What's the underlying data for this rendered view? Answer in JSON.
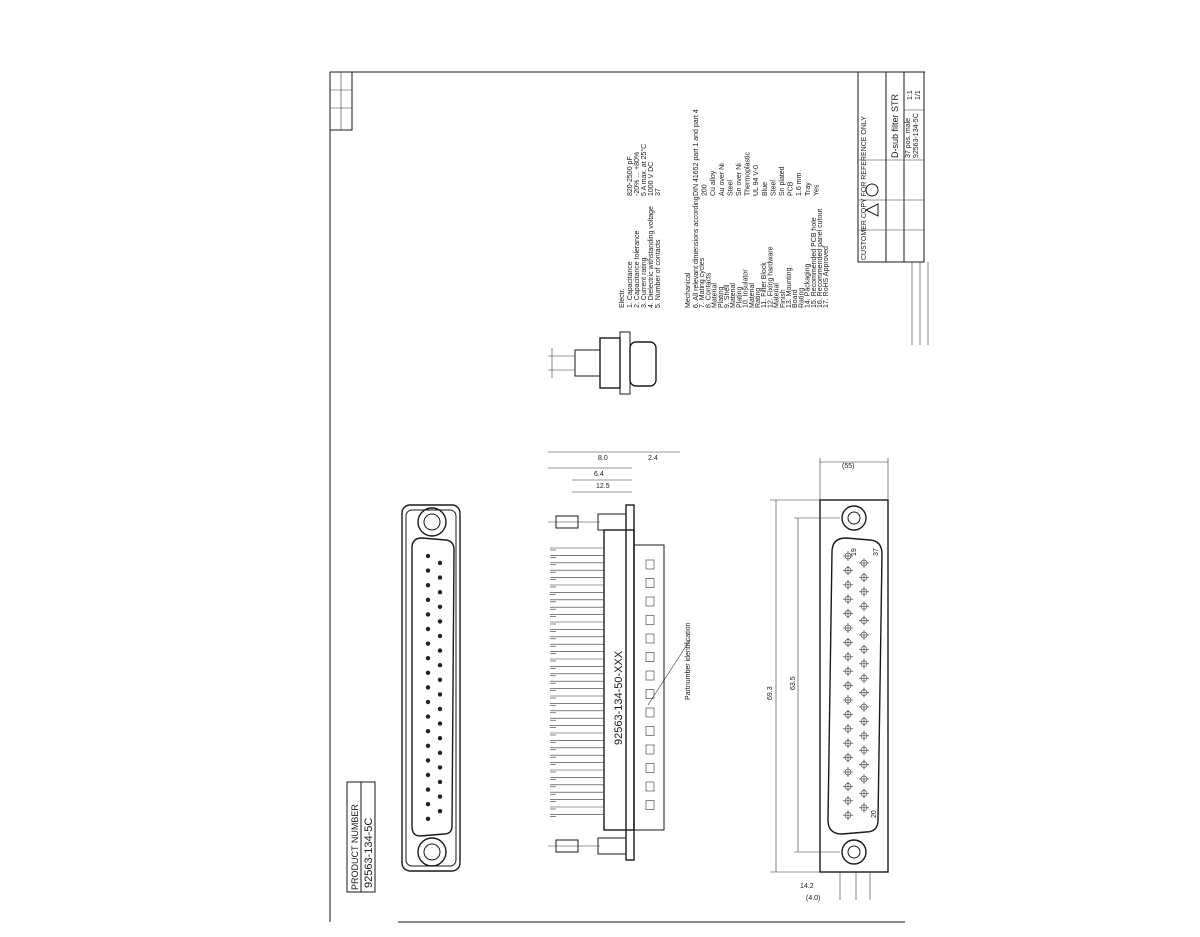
{
  "product_box": {
    "heading": "PRODUCT NUMBER",
    "number": "92563-134-5C"
  },
  "part_marking": "92563-134-50-XXX",
  "part_marking_callout": "Partnumber identification",
  "pin_labels": {
    "first": "19",
    "last": "20",
    "corner": "37"
  },
  "dimensions": {
    "width": "(55)",
    "length": "69.3",
    "pitch_span": "63.5",
    "depth_total": "8.0",
    "depth_mid": "6.4",
    "depth_inner": "12.5",
    "flange": "2.4",
    "bottom_a": "14.2",
    "bottom_b": "(4.0)"
  },
  "specs": {
    "electrical_heading": "Electr.",
    "electrical_items": [
      "1. Capacitance",
      "2. Capacitance tolerance",
      "3. Current rating",
      "4. Dielectric withstanding voltage",
      "5. Number of contacts"
    ],
    "electrical_values": [
      "820-2500 pF",
      "-20% ... +80%",
      "5 A max. at 25°C",
      "1000 V DC",
      "37"
    ],
    "mechanical_heading": "Mechanical",
    "mechanical_items": [
      "6. All relevant dimensions according",
      "7. Mating cycles",
      "8. Contacts",
      "   Material",
      "   Plating",
      "9. Shell",
      "   Material",
      "   Plating",
      "10. Insulator",
      "   Material",
      "   Rating",
      "11. Filter Block",
      "12. Fixing hardware",
      "   Material",
      "   Finish",
      "13. Mounting",
      "   Board",
      "   Rating",
      "14. Packaging",
      "15. Recommended PCB hole",
      "16. Recommended panel cutout",
      "17. RoHS Approved"
    ],
    "mechanical_values": [
      "DIN 41652 part 1 and part 4",
      "200",
      "Cu alloy",
      "Au over Ni",
      "Steel",
      "Sn over Ni",
      "Thermoplastic",
      "UL 94 V-0",
      "Blue",
      "Steel",
      "Sn plated",
      "PCB",
      "1.6 mm",
      "Tray",
      "Yes"
    ]
  },
  "title_block": {
    "note": "CUSTOMER COPY FOR REFERENCE ONLY",
    "title": "D-sub filter STR",
    "subtitle": "37 pos. male",
    "part": "92563-134-5C",
    "scale": "1:1",
    "sheet": "1/1"
  }
}
